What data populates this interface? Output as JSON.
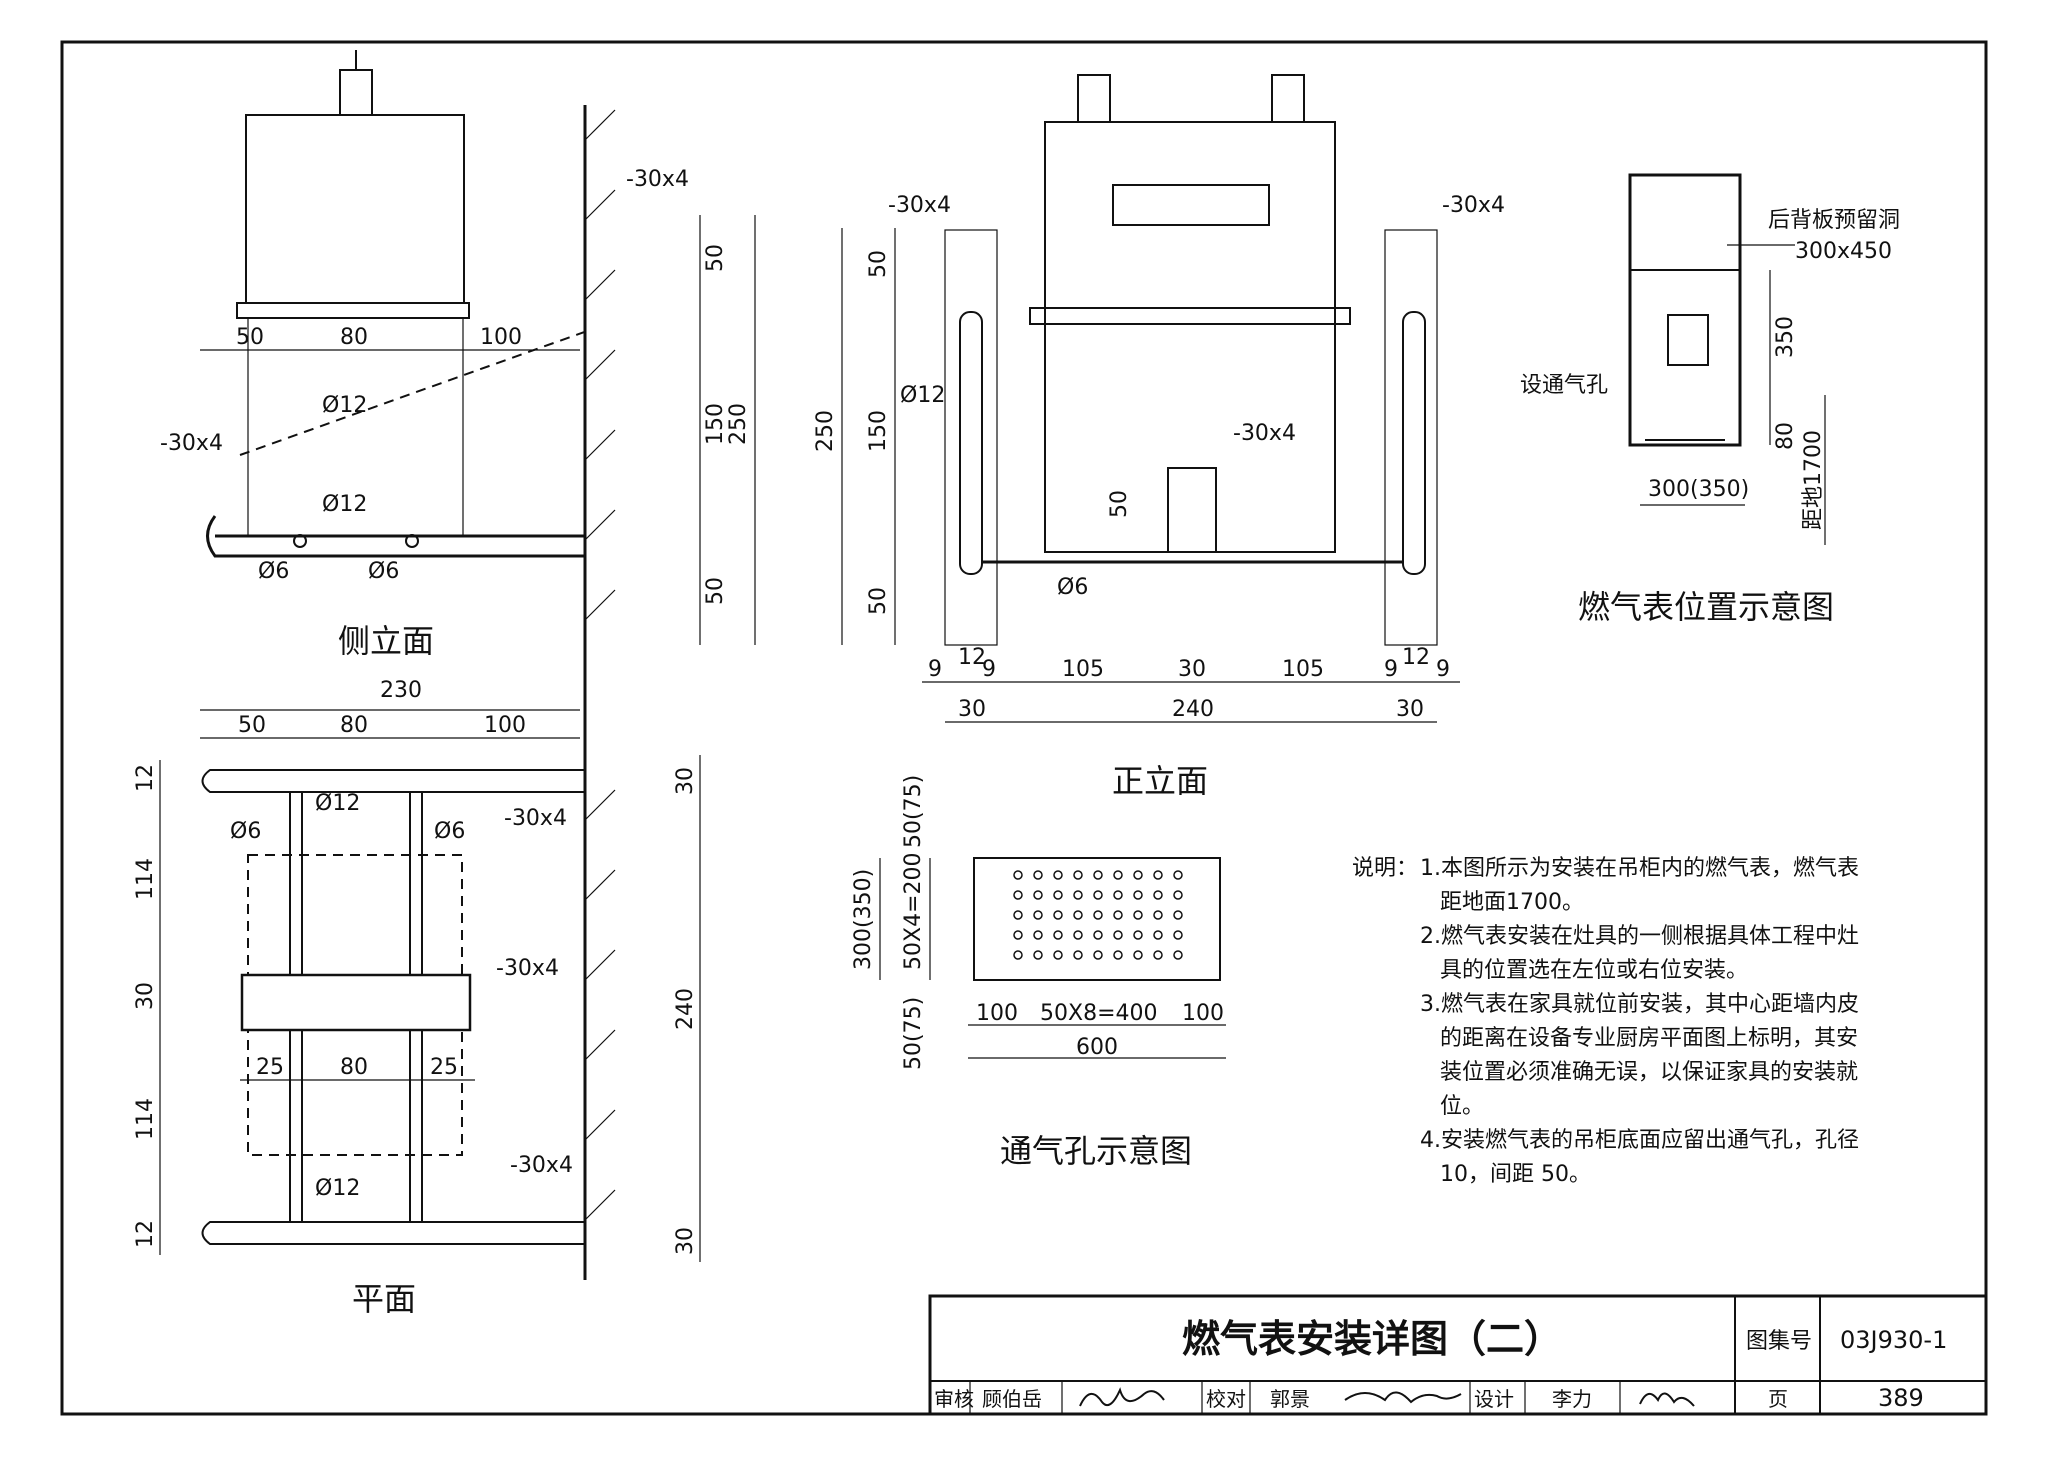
{
  "views": {
    "side": {
      "caption": "侧立面",
      "dims": [
        "50",
        "80",
        "100",
        "50",
        "150",
        "250",
        "50"
      ],
      "labels": [
        "-30x4",
        "-30x4",
        "Ø12",
        "Ø12",
        "Ø6",
        "Ø6"
      ]
    },
    "plan": {
      "caption": "平面",
      "dims": [
        "230",
        "50",
        "80",
        "100",
        "12",
        "114",
        "30",
        "114",
        "12",
        "30",
        "240",
        "30",
        "25",
        "80",
        "25"
      ],
      "labels": [
        "Ø12",
        "Ø6",
        "Ø6",
        "-30x4",
        "-30x4",
        "Ø12",
        "-30x4"
      ]
    },
    "front": {
      "caption": "正立面",
      "dims": [
        "50",
        "250",
        "150",
        "50",
        "50",
        "9",
        "12",
        "9",
        "105",
        "30",
        "105",
        "9",
        "12",
        "9",
        "30",
        "240",
        "30"
      ],
      "labels": [
        "-30x4",
        "-30x4",
        "Ø12",
        "-30x4",
        "Ø6"
      ]
    },
    "location": {
      "caption": "燃气表位置示意图",
      "labels": [
        "后背板预留洞",
        "300x450",
        "设通气孔",
        "350",
        "80",
        "300(350)",
        "距地1700"
      ]
    },
    "vent": {
      "caption": "通气孔示意图",
      "dims": [
        "50(75)",
        "300(350)",
        "50X4=200",
        "50(75)",
        "100",
        "50X8=400",
        "100",
        "600"
      ],
      "hole_rows": 5,
      "hole_cols": 9
    }
  },
  "notes": {
    "heading": "说明：",
    "items": [
      "1.本图所示为安装在吊柜内的燃气表，燃气表",
      "距地面1700。",
      "2.燃气表安装在灶具的一侧根据具体工程中灶",
      "具的位置选在左位或右位安装。",
      "3.燃气表在家具就位前安装，其中心距墙内皮",
      "的距离在设备专业厨房平面图上标明，其安",
      "装位置必须准确无误，以保证家具的安装就",
      "位。",
      "4.安装燃气表的吊柜底面应留出通气孔，孔径",
      "10，间距 50。"
    ]
  },
  "title_block": {
    "title": "燃气表安装详图（二）",
    "atlas_label": "图集号",
    "atlas_no": "03J930-1",
    "review_label": "审核",
    "reviewer": "顾伯岳",
    "check_label": "校对",
    "checker": "郭景",
    "design_label": "设计",
    "designer": "李力",
    "page_label": "页",
    "page_no": "389"
  }
}
